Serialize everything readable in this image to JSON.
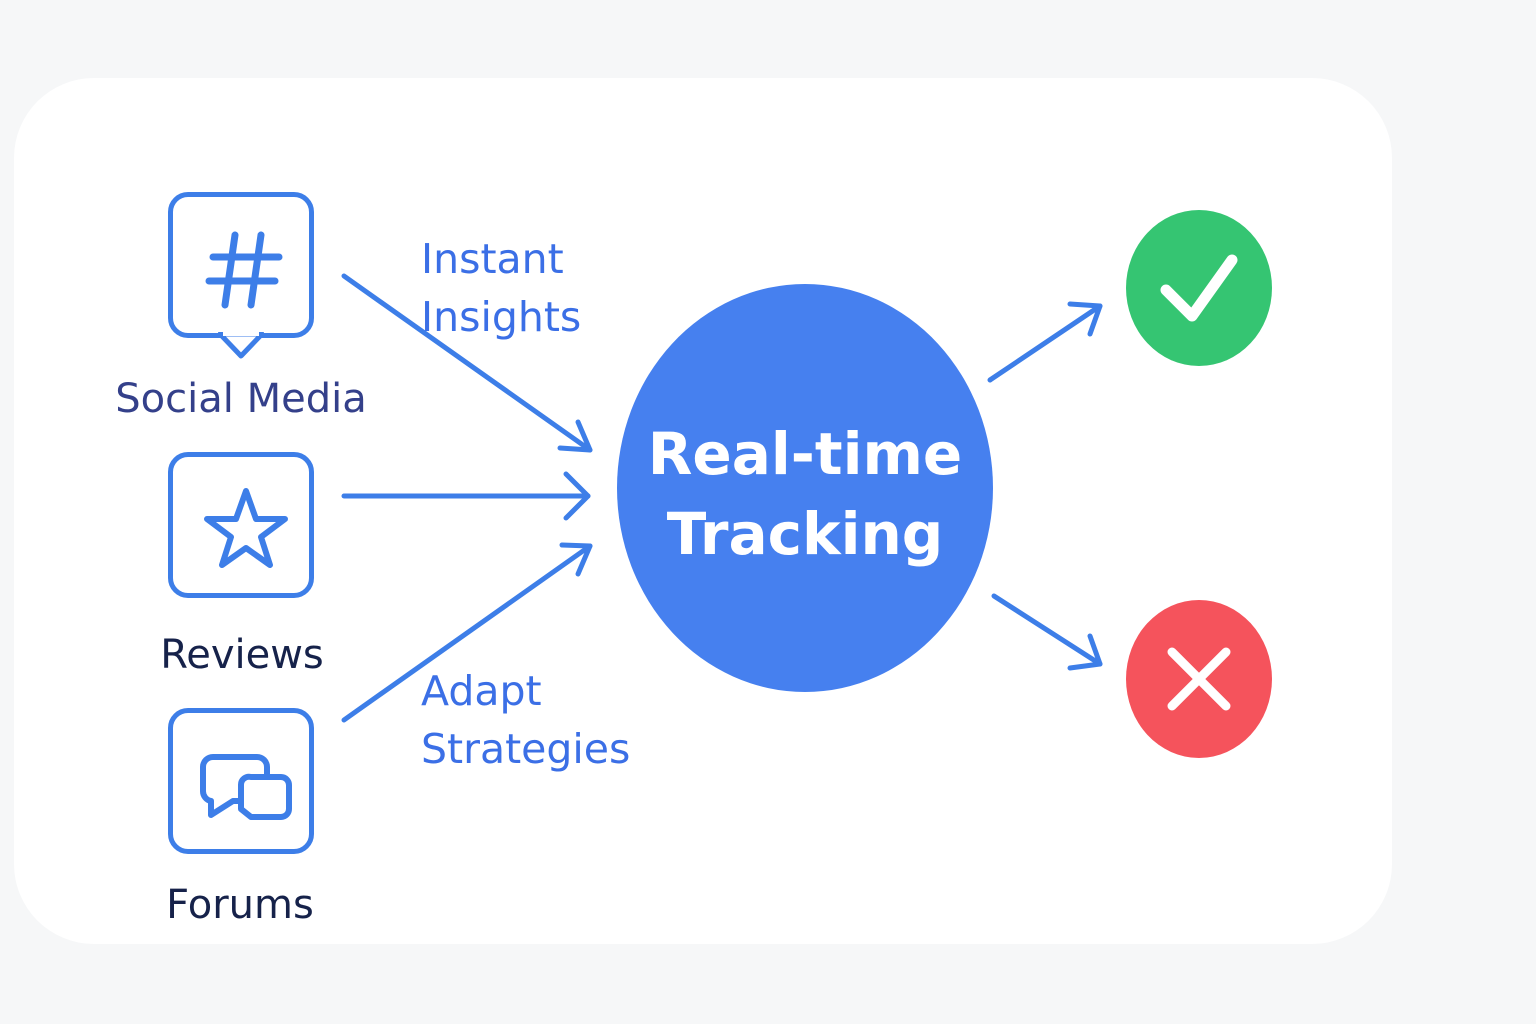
{
  "colors": {
    "accent": "#3d7ee8",
    "hub": "#4680ef",
    "success": "#35c572",
    "failure": "#f5535c",
    "label_dark": "#16224a",
    "label_mid": "#34408a"
  },
  "sources": [
    {
      "label": "Social Media",
      "icon": "hashtag-icon"
    },
    {
      "label": "Reviews",
      "icon": "star-icon"
    },
    {
      "label": "Forums",
      "icon": "chat-bubbles-icon"
    }
  ],
  "flow_labels": {
    "top": "Instant\nInsights",
    "bottom": "Adapt\nStrategies"
  },
  "hub": {
    "label": "Real-time\nTracking"
  },
  "outcomes": [
    {
      "icon": "checkmark-icon",
      "meaning": "success"
    },
    {
      "icon": "x-mark-icon",
      "meaning": "failure"
    }
  ]
}
